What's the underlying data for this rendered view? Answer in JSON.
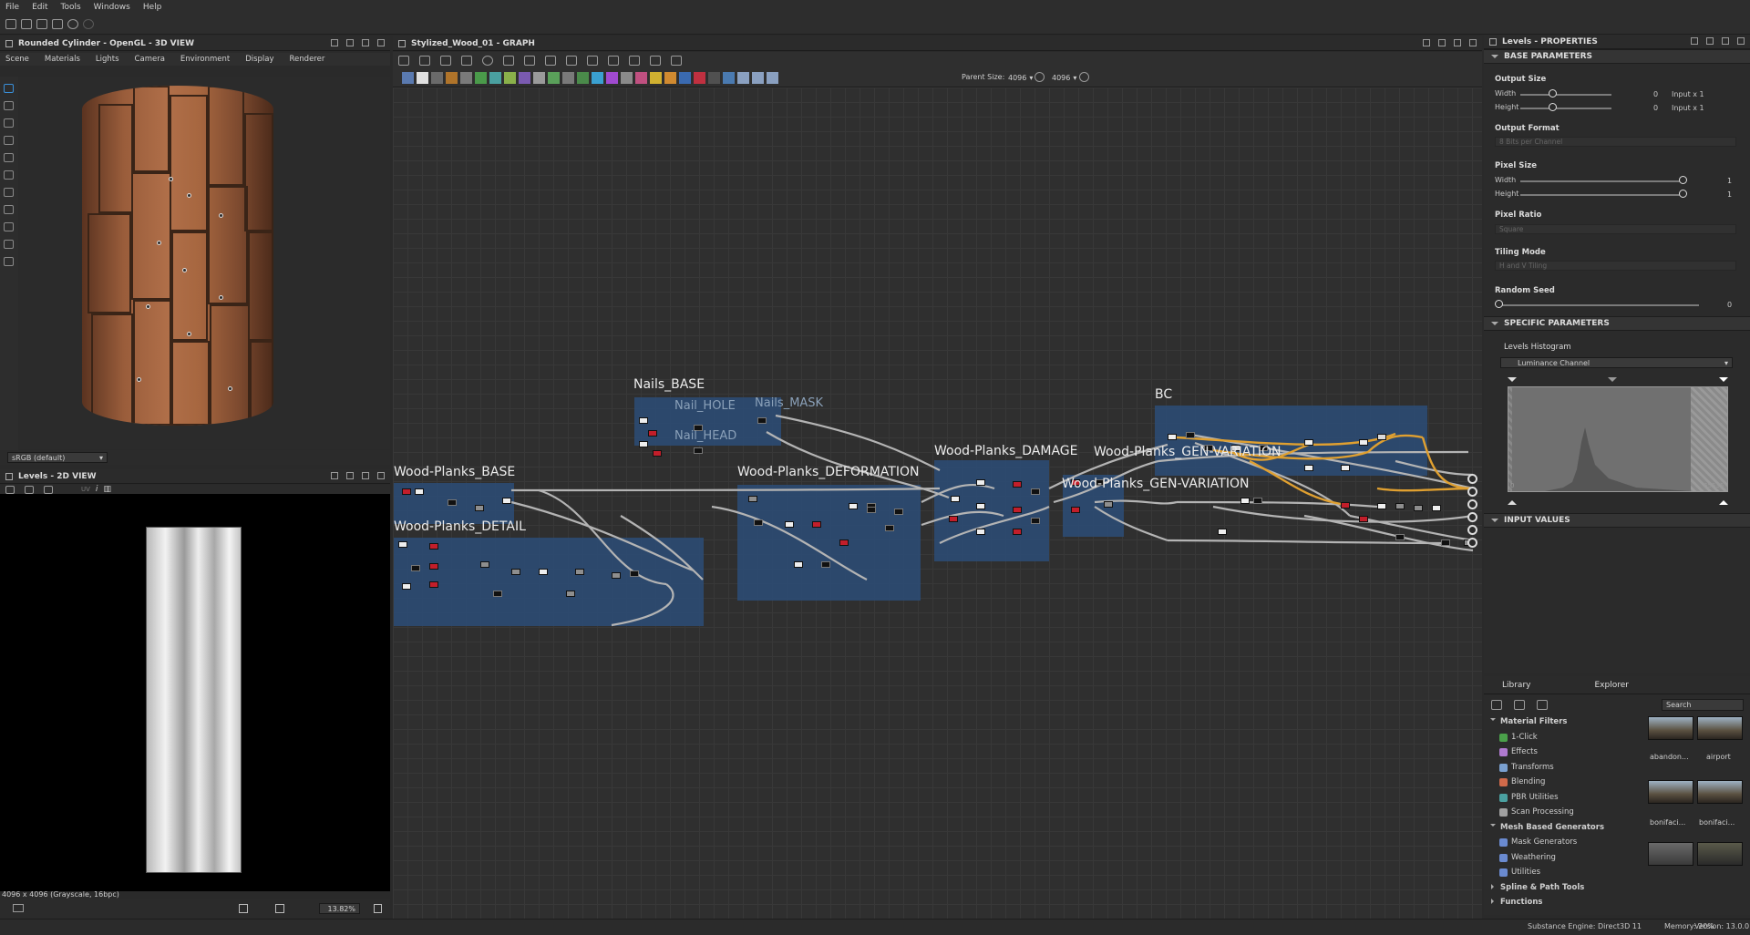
{
  "menu": [
    "File",
    "Edit",
    "Tools",
    "Windows",
    "Help"
  ],
  "view3d": {
    "title": "Rounded Cylinder - OpenGL - 3D VIEW",
    "menu": [
      "Scene",
      "Materials",
      "Lights",
      "Camera",
      "Environment",
      "Display",
      "Renderer"
    ],
    "colorspace": "sRGB (default)"
  },
  "view2d": {
    "title": "Levels - 2D VIEW",
    "toolbar_uv": "UV",
    "status": "4096 x 4096 (Grayscale, 16bpc)",
    "zoom": "13.82%"
  },
  "graph": {
    "title": "Stylized_Wood_01 - GRAPH",
    "parent_size_label": "Parent Size:",
    "parent_size": "4096",
    "size2": "4096",
    "frames": {
      "nails_base": "Nails_BASE",
      "nail_hole": "Nail_HOLE",
      "nail_head": "Nail_HEAD",
      "nails_mask": "Nails_MASK",
      "wood_base": "Wood-Planks_BASE",
      "wood_detail": "Wood-Planks_DETAIL",
      "wood_deform": "Wood-Planks_DEFORMATION",
      "wood_damage": "Wood-Planks_DAMAGE",
      "wood_genvar1": "Wood-Planks_GEN-VARIATION",
      "wood_genvar2": "Wood-Planks_GEN-VARIATION",
      "bc": "BC"
    },
    "colors": {
      "frame": "#2c4a70",
      "wire": "#b4b4b4",
      "wire_orange": "#e0a030",
      "node_red": "#c21e2a"
    }
  },
  "properties": {
    "title": "Levels - PROPERTIES",
    "base_section": "BASE PARAMETERS",
    "output_size": "Output Size",
    "width_label": "Width",
    "height_label": "Height",
    "width_value": "0",
    "height_value": "0",
    "width_mode": "Input x 1",
    "height_mode": "Input x 1",
    "output_format": "Output Format",
    "output_format_value": "8 Bits per Channel",
    "pixel_size": "Pixel Size",
    "px_width_value": "1",
    "px_height_value": "1",
    "pixel_ratio": "Pixel Ratio",
    "pixel_ratio_value": "Square",
    "tiling_mode": "Tiling Mode",
    "tiling_mode_value": "H and V Tiling",
    "random_seed": "Random Seed",
    "random_seed_value": "0",
    "specific_section": "SPECIFIC PARAMETERS",
    "levels_histogram": "Levels Histogram",
    "channel": "Luminance Channel",
    "histo_min": "0",
    "histo_max": "65535",
    "input_values": "INPUT VALUES"
  },
  "library": {
    "tab_library": "Library",
    "tab_explorer": "Explorer",
    "search_placeholder": "Search",
    "tree": [
      {
        "type": "cat",
        "label": "Material Filters"
      },
      {
        "type": "leaf",
        "label": "1-Click",
        "color": "#4aa04a"
      },
      {
        "type": "leaf",
        "label": "Effects",
        "color": "#b07ad0"
      },
      {
        "type": "leaf",
        "label": "Transforms",
        "color": "#7aa0d0"
      },
      {
        "type": "leaf",
        "label": "Blending",
        "color": "#d06a4a"
      },
      {
        "type": "leaf",
        "label": "PBR Utilities",
        "color": "#4aa0a0"
      },
      {
        "type": "leaf",
        "label": "Scan Processing",
        "color": "#a0a0a0"
      },
      {
        "type": "cat",
        "label": "Mesh Based Generators"
      },
      {
        "type": "leaf",
        "label": "Mask Generators",
        "color": "#6a8ad0"
      },
      {
        "type": "leaf",
        "label": "Weathering",
        "color": "#6a8ad0"
      },
      {
        "type": "leaf",
        "label": "Utilities",
        "color": "#6a8ad0"
      },
      {
        "type": "catc",
        "label": "Spline & Path Tools"
      },
      {
        "type": "catc",
        "label": "Functions"
      }
    ],
    "thumbs": [
      "abandon...",
      "airport",
      "bonifaci...",
      "bonifaci..."
    ]
  },
  "statusbar": {
    "engine": "Substance Engine: Direct3D 11",
    "memory": "Memory: 20%",
    "version": "Version: 13.0.0"
  }
}
